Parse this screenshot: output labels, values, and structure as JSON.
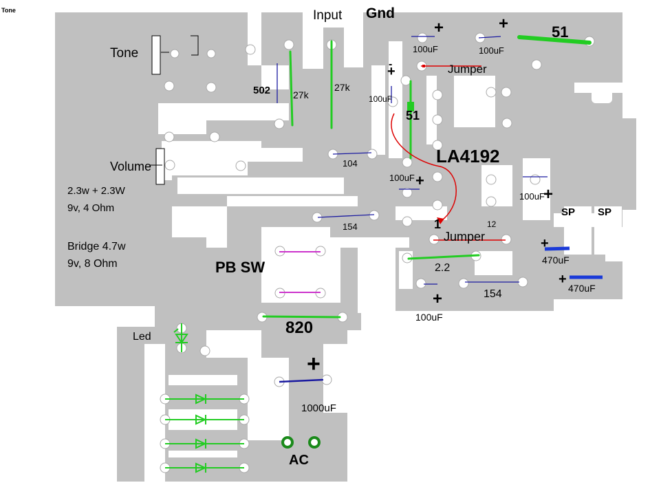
{
  "corner_label": "Tone",
  "board": {
    "chip": "LA4192",
    "labels": {
      "input": "Input",
      "gnd": "Gnd",
      "tone": "Tone",
      "volume": "Volume",
      "pb_sw": "PB SW",
      "led": "Led",
      "ac": "AC",
      "sp_left": "SP",
      "sp_right": "SP",
      "jumper_top": "Jumper",
      "jumper_mid": "Jumper",
      "pin12": "12",
      "pin1": "1"
    },
    "specs": [
      "2.3w + 2.3W",
      "9v,   4 Ohm",
      "Bridge  4.7w",
      "9v,  8 Ohm"
    ],
    "components": {
      "r502": "502",
      "r27k_a": "27k",
      "r27k_b": "27k",
      "c104": "104",
      "c154_a": "154",
      "c154_b": "154",
      "r51_top": "51",
      "r51_mid": "51",
      "r2_2": "2.2",
      "r820": "820",
      "c100_top1": "100uF",
      "c100_top2": "100uF",
      "c100_left": "100uF",
      "c100_mid": "100uF",
      "c100_right": "100uF",
      "c100_bottom": "100uF",
      "c470_a": "470uF",
      "c470_b": "470uF",
      "c1000": "1000uF"
    },
    "plus_sign": "+",
    "minus_sign": "-",
    "colors": {
      "board": "#c0c0c0",
      "resistor": "#22cc22",
      "capacitor": "#1a1aa0",
      "capacitor_bold": "#1a3ad8",
      "switch": "#cc33cc",
      "jumper": "#dd0000",
      "ac_ring": "#1a8a1a"
    }
  }
}
